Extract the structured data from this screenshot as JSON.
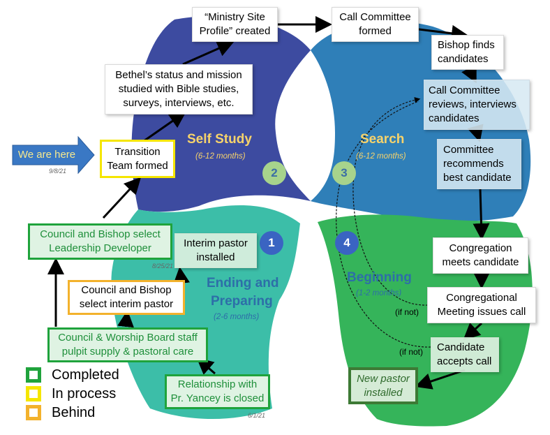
{
  "phases": {
    "self_study": {
      "title": "Self Study",
      "duration": "(6-12 months)",
      "number": "2",
      "color": "#3b4da1"
    },
    "search": {
      "title": "Search",
      "duration": "(6-12 months)",
      "number": "3",
      "color": "#2e86c1"
    },
    "ending": {
      "title_line1": "Ending and",
      "title_line2": "Preparing",
      "duration": "(2-6 months)",
      "number": "1",
      "color": "#3cbfae"
    },
    "beginning": {
      "title": "Beginning",
      "duration": "(1-2 months)",
      "number": "4",
      "color": "#34b45a"
    }
  },
  "steps": {
    "ministry_profile": [
      "“Ministry Site",
      "Profile” created"
    ],
    "bethel_status": [
      "Bethel’s status and mission",
      "studied with Bible studies,",
      "surveys, interviews, etc."
    ],
    "transition_team": [
      "Transition",
      "Team formed"
    ],
    "call_committee": [
      "Call Committee",
      "formed"
    ],
    "bishop_finds": [
      "Bishop finds",
      "candidates"
    ],
    "committee_reviews": [
      "Call Committee",
      "reviews, interviews",
      "candidates"
    ],
    "committee_recommends": [
      "Committee",
      "recommends",
      "best candidate"
    ],
    "congregation_meets": [
      "Congregation",
      "meets candidate"
    ],
    "congregational_meeting": [
      "Congregational",
      "Meeting issues call"
    ],
    "candidate_accepts": [
      "Candidate",
      "accepts call"
    ],
    "new_pastor": [
      "New pastor",
      "installed"
    ],
    "leadership_developer": [
      "Council and Bishop select",
      "Leadership Developer"
    ],
    "interim_installed": [
      "Interim pastor",
      "installed"
    ],
    "select_interim": [
      "Council and Bishop",
      "select interim pastor"
    ],
    "pulpit_supply": [
      "Council & Worship Board staff",
      "pulpit supply & pastoral care"
    ],
    "relationship_closed": [
      "Relationship with",
      "Pr. Yancey is closed"
    ]
  },
  "we_are_here": "We are here",
  "dates": {
    "we_are_here": "9/8/21",
    "interim": "8/25/21",
    "relationship": "6/1/21"
  },
  "if_not": "(if not)",
  "legend": {
    "completed": "Completed",
    "in_process": "In process",
    "behind": "Behind"
  },
  "status_colors": {
    "completed": "#1fa33c",
    "in_process": "#f5e600",
    "behind": "#f3b22c"
  }
}
